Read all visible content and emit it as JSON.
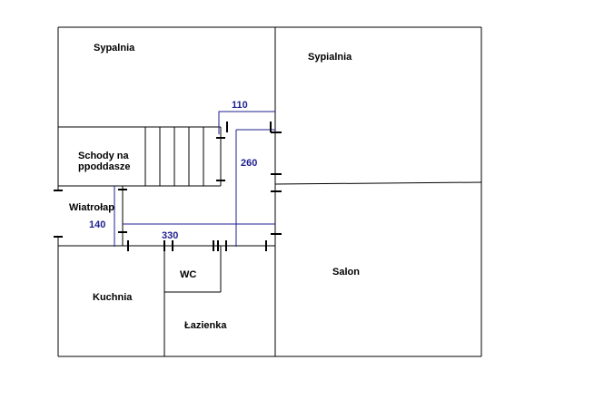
{
  "colors": {
    "wall": "#000000",
    "dimension": "#1f1f8f",
    "background": "#ffffff"
  },
  "rooms": {
    "bedroom_left": "Sypalnia",
    "bedroom_right": "Sypialnia",
    "stairs_line1": "Schody na",
    "stairs_line2": "ppoddasze",
    "vestibule": "Wiatrołap",
    "wc": "WC",
    "kitchen": "Kuchnia",
    "bathroom": "Łazienka",
    "living_room": "Salon"
  },
  "dimensions": {
    "top": "110",
    "vertical_right": "260",
    "vertical_left": "140",
    "horizontal": "330"
  }
}
